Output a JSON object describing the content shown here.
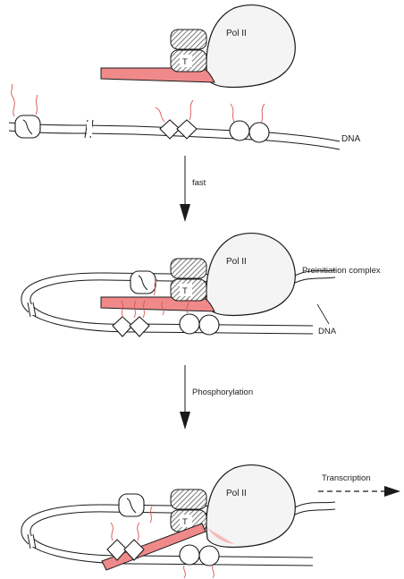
{
  "labels": {
    "pol": "Pol II",
    "tbp": "T",
    "dna": "DNA",
    "fast": "fast",
    "preinitiation": "Preinitiation complex",
    "phosphorylation": "Phosphorylation",
    "transcription": "Transcription"
  },
  "colors": {
    "stroke": "#1a1a1a",
    "ctd": "#f08a8a",
    "ctd_glow": "#f6b9b9",
    "tail": "#d9534f",
    "pol_fill": "#f4f4f4",
    "hatch": "#555555"
  }
}
